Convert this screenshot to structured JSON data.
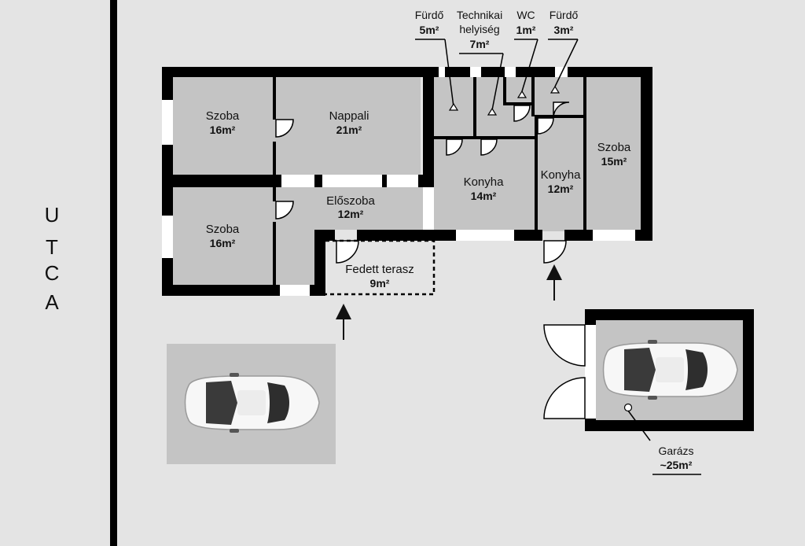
{
  "street": [
    "U",
    "T",
    "C",
    "A"
  ],
  "rooms": {
    "szoba_top_left": {
      "label": "Szoba",
      "area": "16m²"
    },
    "nappali": {
      "label": "Nappali",
      "area": "21m²"
    },
    "szoba_bottom_left": {
      "label": "Szoba",
      "area": "16m²"
    },
    "eloszoba": {
      "label": "Előszoba",
      "area": "12m²"
    },
    "konyha_large": {
      "label": "Konyha",
      "area": "14m²"
    },
    "konyha_small": {
      "label": "Konyha",
      "area": "12m²"
    },
    "szoba_right": {
      "label": "Szoba",
      "area": "15m²"
    },
    "terasz": {
      "label": "Fedett terasz",
      "area": "9m²"
    }
  },
  "callouts": {
    "furdo_5": {
      "label": "Fürdő",
      "area": "5m²"
    },
    "technikai": {
      "label_1": "Technikai",
      "label_2": "helyiség",
      "area": "7m²"
    },
    "wc": {
      "label": "WC",
      "area": "1m²"
    },
    "furdo_3": {
      "label": "Fürdő",
      "area": "3m²"
    },
    "garazs": {
      "label": "Garázs",
      "area": "~25m²"
    }
  },
  "colors": {
    "wall": "#000000",
    "room": "#c4c4c4",
    "background": "#e4e4e4",
    "window": "#ffffff"
  }
}
